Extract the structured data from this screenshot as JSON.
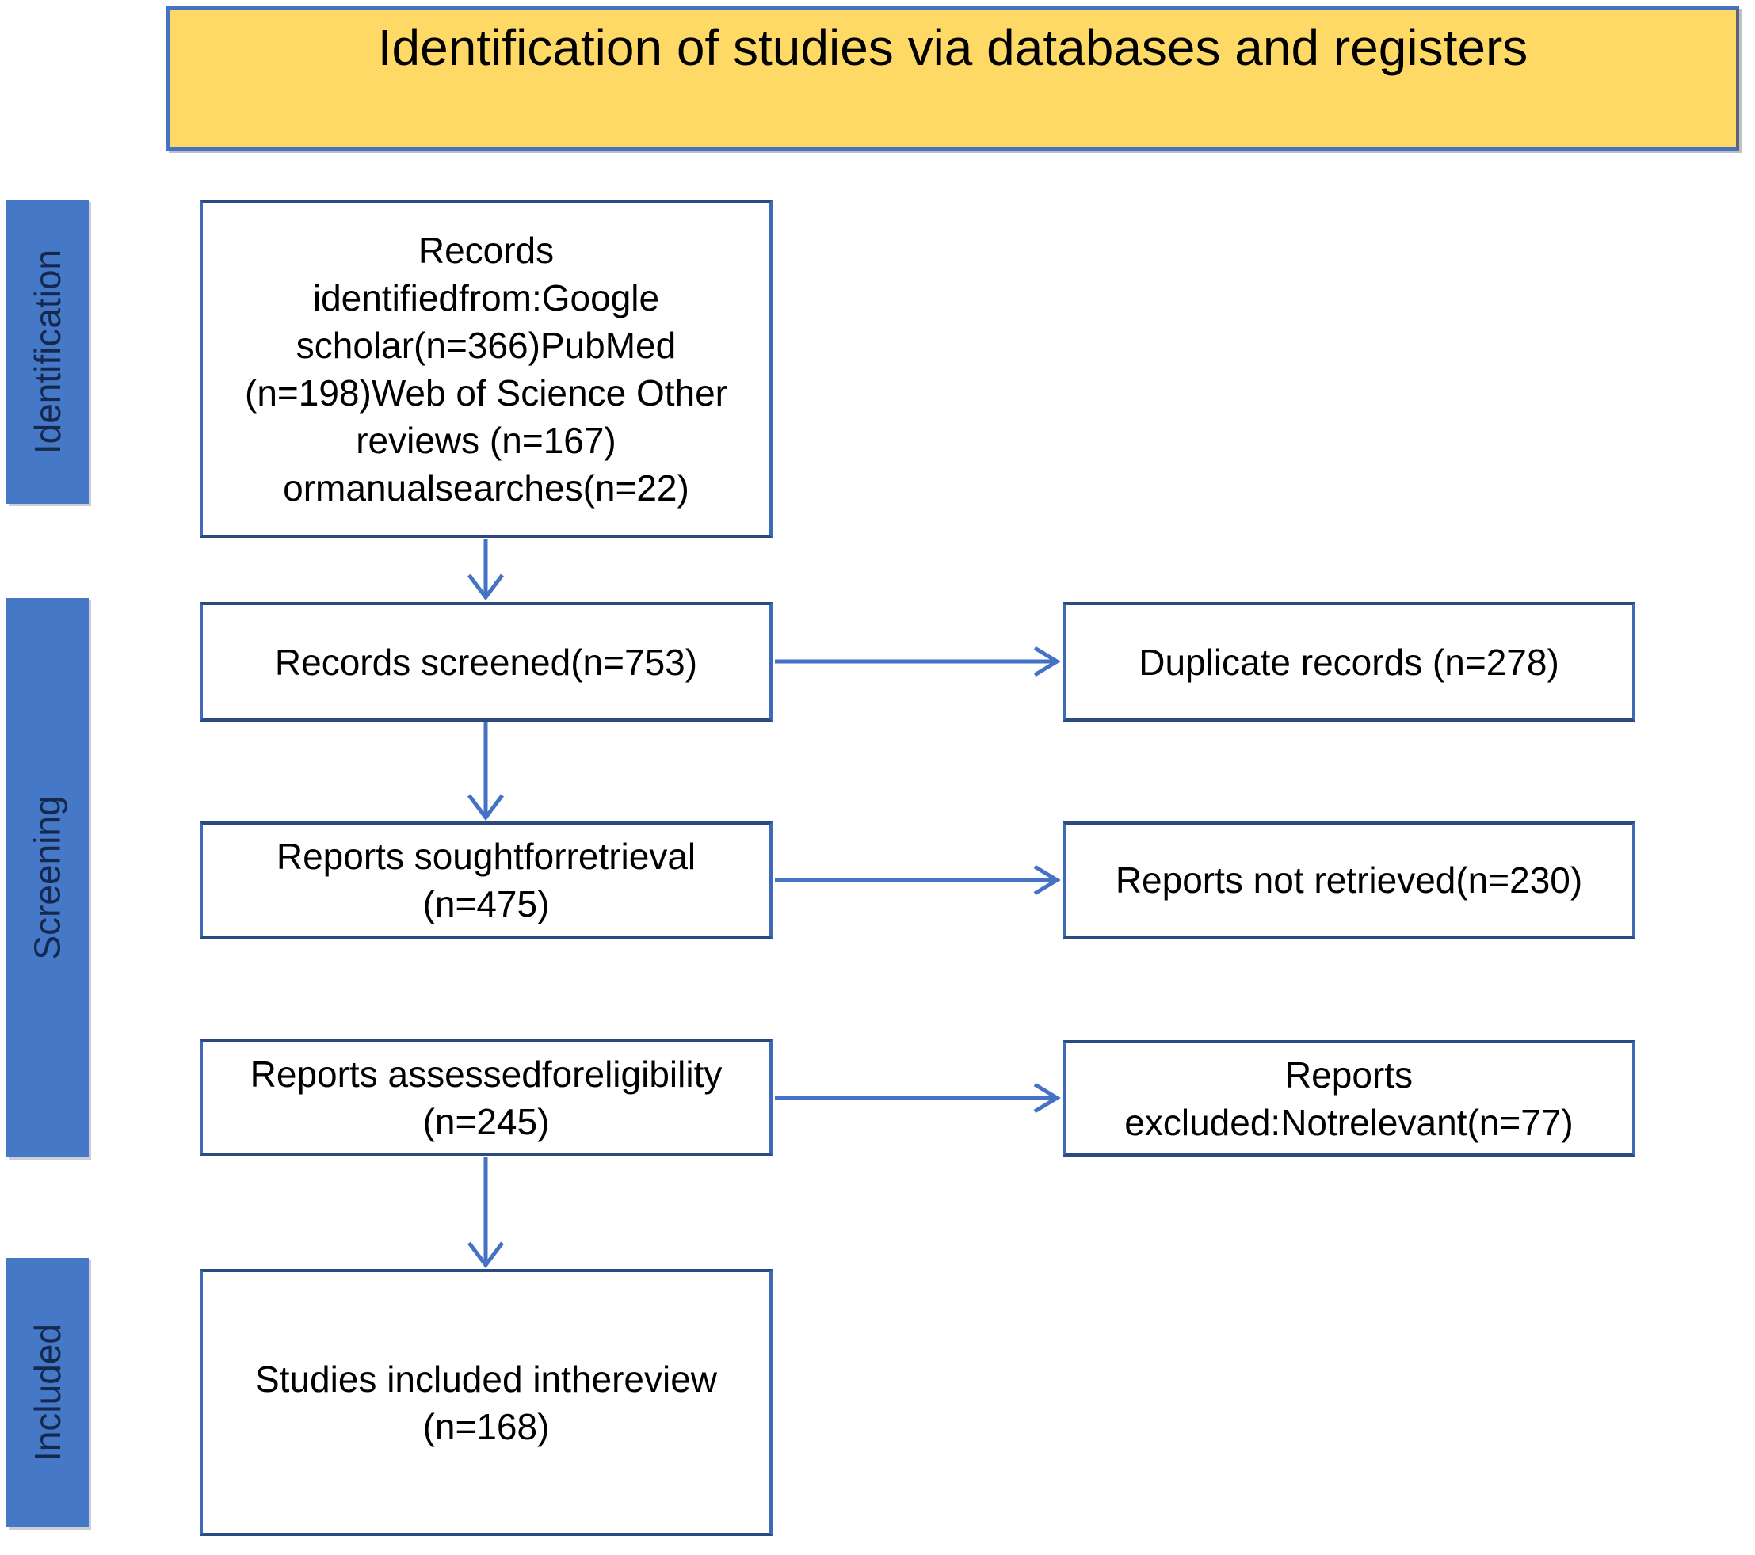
{
  "title": "Identification of studies via databases and registers",
  "sidebar": {
    "identification_label": "Identification",
    "screening_label": "Screening",
    "included_label": "Included"
  },
  "flow": {
    "records_identified": "Records\nidentifiedfrom:Google\nscholar(n=366)PubMed\n(n=198)Web of Science Other\nreviews (n=167)\normanualsearches(n=22)",
    "records_screened": "Records screened(n=753)",
    "duplicate_records": "Duplicate records (n=278)",
    "reports_sought": "Reports soughtforretrieval\n(n=475)",
    "reports_not_retrieved": "Reports not retrieved(n=230)",
    "reports_assessed": "Reports assessedforeligibility\n(n=245)",
    "reports_excluded": "Reports\nexcluded:Notrelevant(n=77)",
    "studies_included": "Studies included inthereview\n(n=168)"
  },
  "colors": {
    "header-fill": "#FFD966",
    "header-border": "#4472C4",
    "sidebar-fill": "#4678C8",
    "sidebar-text": "#14294D",
    "box-border-dark": "#2A4A80",
    "box-border-light": "#3E6AB8",
    "arrow": "#4472C4"
  }
}
